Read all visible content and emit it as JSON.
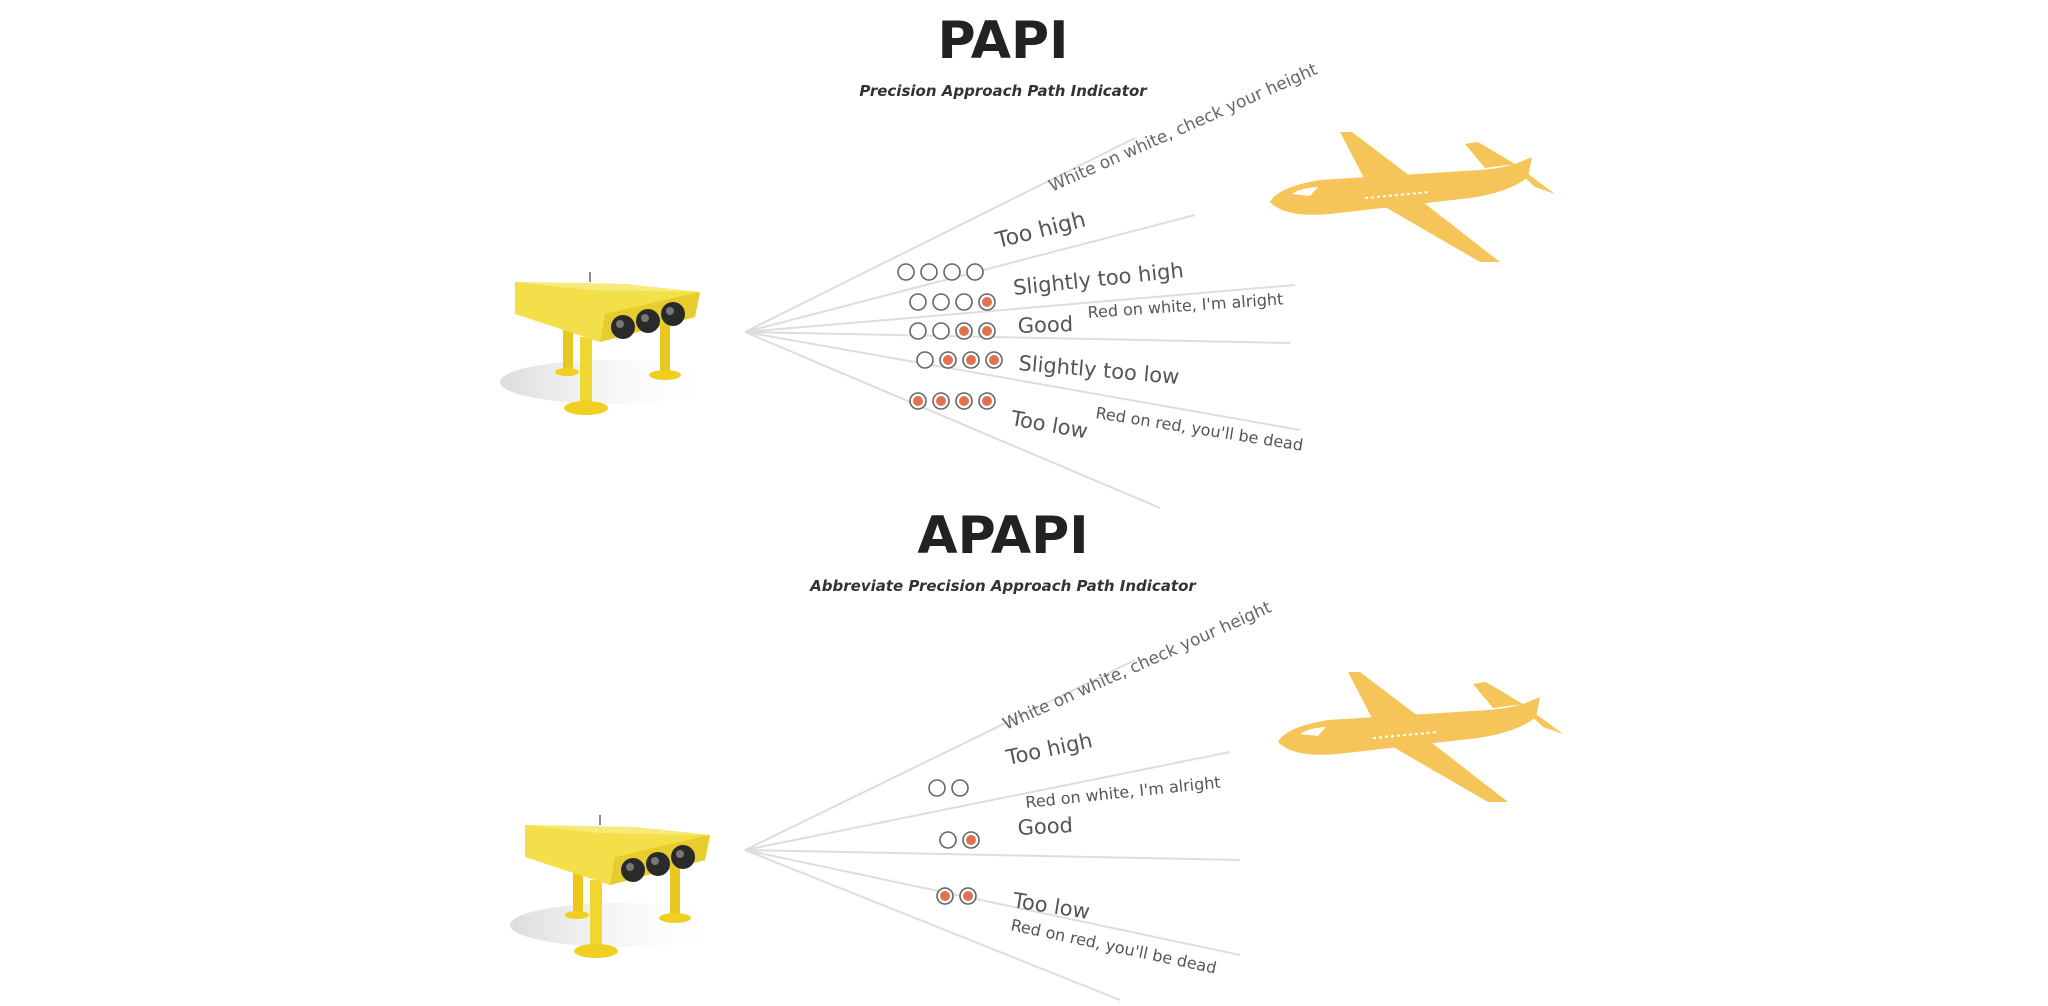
{
  "papi": {
    "title": "PAPI",
    "subtitle": "Precision Approach Path Indicator",
    "mnemonic_high": "White on white, check your height",
    "mnemonic_good": "Red on white, I'm alright",
    "mnemonic_low": "Red on red, you'll be dead",
    "states": [
      {
        "label": "Too high",
        "lights": [
          "white",
          "white",
          "white",
          "white"
        ]
      },
      {
        "label": "Slightly too high",
        "lights": [
          "white",
          "white",
          "white",
          "red"
        ]
      },
      {
        "label": "Good",
        "lights": [
          "white",
          "white",
          "red",
          "red"
        ]
      },
      {
        "label": "Slightly too low",
        "lights": [
          "white",
          "red",
          "red",
          "red"
        ]
      },
      {
        "label": "Too low",
        "lights": [
          "red",
          "red",
          "red",
          "red"
        ]
      }
    ]
  },
  "apapi": {
    "title": "APAPI",
    "subtitle": "Abbreviate Precision Approach Path Indicator",
    "mnemonic_high": "White on white, check your height",
    "mnemonic_good": "Red on white, I'm alright",
    "mnemonic_low": "Red on red, you'll be dead",
    "states": [
      {
        "label": "Too high",
        "lights": [
          "white",
          "white"
        ]
      },
      {
        "label": "Good",
        "lights": [
          "white",
          "red"
        ]
      },
      {
        "label": "Too low",
        "lights": [
          "red",
          "red"
        ]
      }
    ]
  },
  "colors": {
    "unit_yellow": "#f2df4a",
    "airplane": "#f5c55a",
    "red_light": "#e2714f",
    "beam": "#dddddd",
    "text": "#555555",
    "title": "#222222"
  },
  "icons": [
    "papi-light-unit-icon",
    "airplane-icon"
  ]
}
